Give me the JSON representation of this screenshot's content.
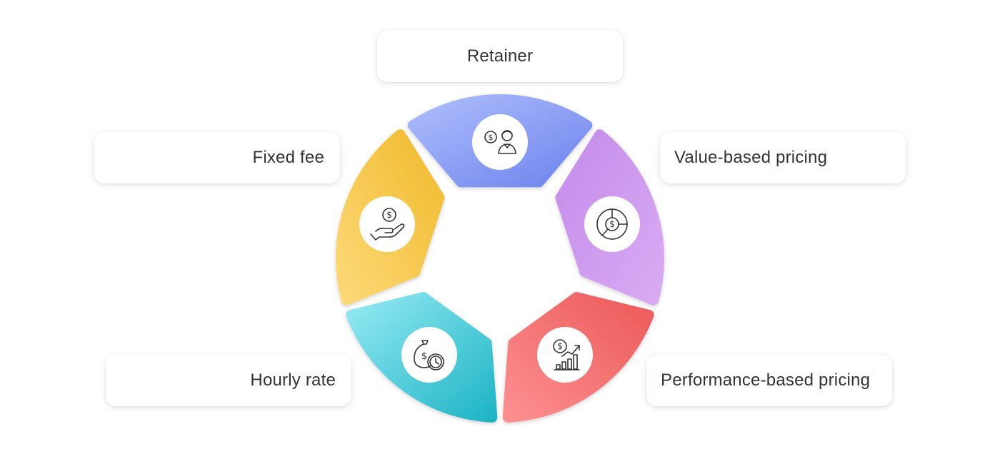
{
  "segments": [
    {
      "label": "Retainer",
      "icon": "retainer-icon",
      "color_light": "#a8b8fb",
      "color_dark": "#6f86ee"
    },
    {
      "label": "Value-based pricing",
      "icon": "chart-dollar-icon",
      "color_light": "#d6a6f2",
      "color_dark": "#b886ea"
    },
    {
      "label": "Performance-based pricing",
      "icon": "growth-dollar-icon",
      "color_light": "#fb8c8c",
      "color_dark": "#ee5e5e"
    },
    {
      "label": "Hourly rate",
      "icon": "money-bag-clock-icon",
      "color_light": "#8ee6f0",
      "color_dark": "#22b8c8"
    },
    {
      "label": "Fixed fee",
      "icon": "hand-coin-icon",
      "color_light": "#fbd877",
      "color_dark": "#f1bc2e"
    }
  ]
}
